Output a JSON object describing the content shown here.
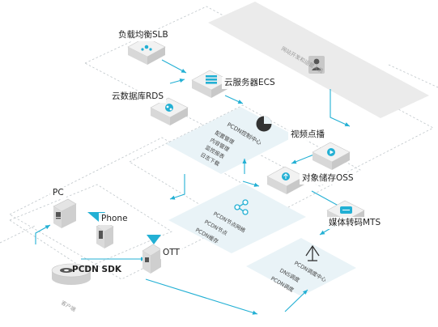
{
  "colors": {
    "accent": "#23b0d4",
    "dark": "#222222",
    "plate": "#e9f3f7",
    "box_top": "#f2f2f2",
    "box_side": "#cfcfcf",
    "dashed_line": "#bfc6ca"
  },
  "nodes": {
    "slb": {
      "label": "负载均衡SLB",
      "icon": "network-nodes-icon"
    },
    "ecs": {
      "label": "云服务器ECS",
      "icon": "server-stack-icon"
    },
    "rds": {
      "label": "云数据库RDS",
      "icon": "database-icon"
    },
    "vod": {
      "label": "视频点播",
      "icon": "play-icon"
    },
    "oss": {
      "label": "对象储存OSS",
      "icon": "cloud-upload-icon"
    },
    "mts": {
      "label": "媒体转码MTS",
      "icon": "transcode-icon"
    },
    "pc": {
      "label": "PC",
      "icon": "monitor-icon"
    },
    "phone": {
      "label": "Phone",
      "icon": "phone-icon"
    },
    "ott": {
      "label": "OTT",
      "icon": "tv-box-icon"
    },
    "sdk": {
      "label": "PCDN SDK",
      "icon": "sdk-disk-icon"
    }
  },
  "panels": {
    "console": {
      "title": "PCDN控制中心",
      "items": [
        "配置管理",
        "内容管理",
        "监控报表",
        "日志下载"
      ],
      "icon": "pie-chart-icon"
    },
    "p2p": {
      "items": [
        "PCDN节点网络",
        "PCDN节点",
        "PCDN缓存"
      ],
      "icon": "share-network-icon"
    },
    "dispatch": {
      "items": [
        "PCDN调度中心",
        "DNS调度",
        "PCDN调度"
      ],
      "icon": "dispatch-arrows-icon"
    }
  },
  "captions": {
    "developer": "网站开发和运营人员",
    "client": "客户端"
  }
}
